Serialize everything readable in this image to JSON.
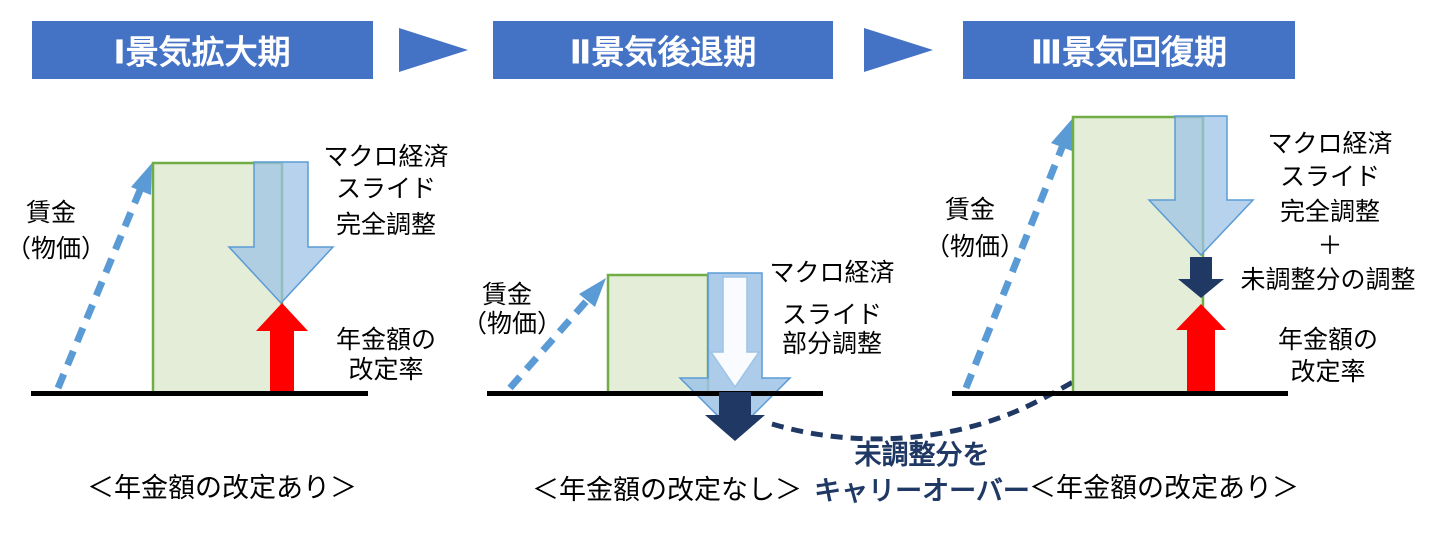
{
  "header": {
    "stages": [
      {
        "label": "Ⅰ景気拡大期"
      },
      {
        "label": "Ⅱ景気後退期"
      },
      {
        "label": "Ⅲ景気回復期"
      }
    ]
  },
  "panels": [
    {
      "wage_line1": "賃金",
      "wage_line2": "（物価）",
      "slide_line1": "マクロ経済",
      "slide_line2": "スライド",
      "slide_line3": "完全調整",
      "pension_line1": "年金額の",
      "pension_line2": "改定率",
      "caption": "＜年金額の改定あり＞"
    },
    {
      "wage_line1": "賃金",
      "wage_line2": "（物価）",
      "slide_line1": "マクロ経済",
      "slide_line2": "スライド",
      "slide_line3": "部分調整",
      "caption": "＜年金額の改定なし＞"
    },
    {
      "wage_line1": "賃金",
      "wage_line2": "（物価）",
      "slide_line1": "マクロ経済",
      "slide_line2": "スライド",
      "slide_line3": "完全調整",
      "slide_line4": "＋",
      "slide_line5": "未調整分の調整",
      "pension_line1": "年金額の",
      "pension_line2": "改定率",
      "caption": "＜年金額の改定あり＞"
    }
  ],
  "carryover": {
    "line1": "未調整分を",
    "line2": "キャリーオーバー"
  },
  "colors": {
    "stage_blue": "#4472C4",
    "green_fill": "#E3EDD7",
    "green_border": "#70AD47",
    "slide_arrow_fill": "#9DC3E6",
    "slide_arrow_border": "#5B9BD5",
    "wage_arrow_blue": "#5B9BD5",
    "navy": "#1F3864",
    "red": "#FF0000",
    "baseline_black": "#000000",
    "text_black": "#000000",
    "white": "#FFFFFF"
  }
}
